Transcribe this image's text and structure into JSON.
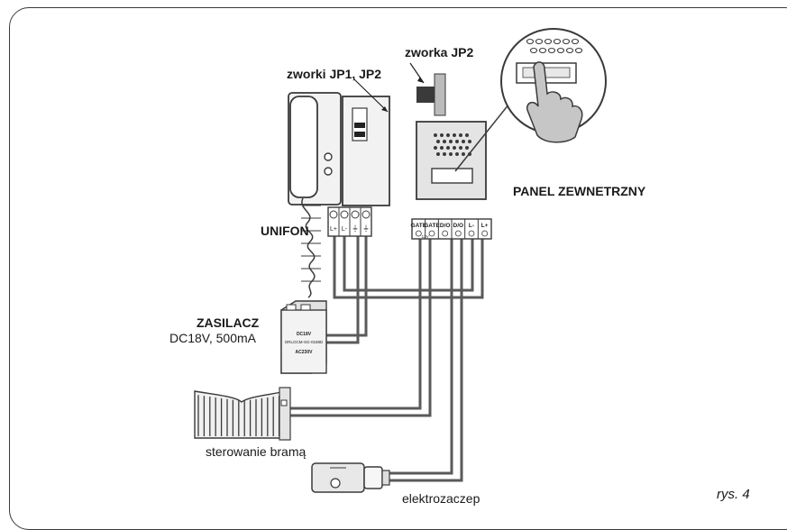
{
  "labels": {
    "jumpers_unit": "zworki JP1, JP2",
    "jumper_panel": "zworka JP2",
    "panel": "PANEL ZEWNETRZNY",
    "handset": "UNIFON",
    "psu_title": "ZASILACZ",
    "psu_spec": "DC18V, 500mA",
    "gate": "sterowanie bramą",
    "strike": "elektrozaczep",
    "figure": "rys. 4"
  },
  "handset_terminals": [
    "L+",
    "L-"
  ],
  "panel_terminals": [
    "GATE",
    "GATE",
    "D/O",
    "D/O",
    "L-",
    "L+"
  ],
  "gate_sublabel": "12V",
  "psu_device": {
    "top": "DC18V",
    "model": "ORLOCM-SG-0188D",
    "bottom": "AC230V"
  },
  "colors": {
    "outline": "#3a3a3a",
    "wire": "#5a5a5a",
    "device_fill": "#f2f2f2",
    "panel_fill": "#e4e4e4",
    "hand_fill": "#c6c6c6"
  }
}
